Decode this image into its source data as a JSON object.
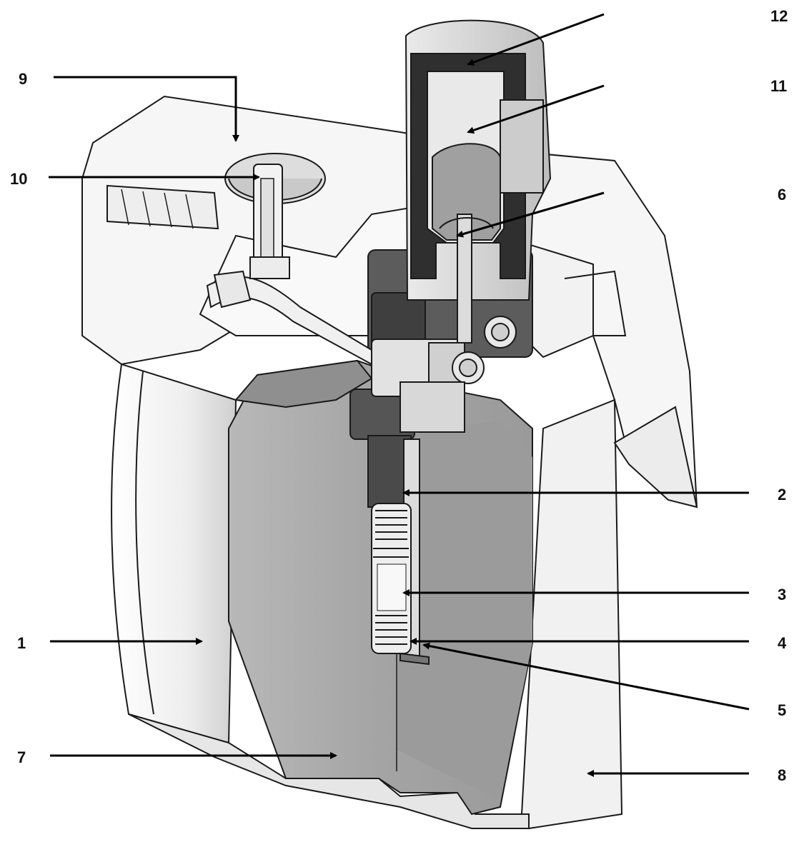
{
  "callouts": [
    {
      "id": "1",
      "label": "1"
    },
    {
      "id": "2",
      "label": "2"
    },
    {
      "id": "3",
      "label": "3"
    },
    {
      "id": "4",
      "label": "4"
    },
    {
      "id": "5",
      "label": "5"
    },
    {
      "id": "6",
      "label": "6"
    },
    {
      "id": "7",
      "label": "7"
    },
    {
      "id": "8",
      "label": "8"
    },
    {
      "id": "9",
      "label": "9"
    },
    {
      "id": "10",
      "label": "10"
    },
    {
      "id": "11",
      "label": "11"
    },
    {
      "id": "12",
      "label": "12"
    }
  ],
  "colors": {
    "outline": "#1a1a1a",
    "housing": "#f4f4f4",
    "tank": "#a9a9a9",
    "dark_part": "#4a4a4a",
    "mid_part": "#7a7a7a",
    "arrow": "#000000"
  }
}
